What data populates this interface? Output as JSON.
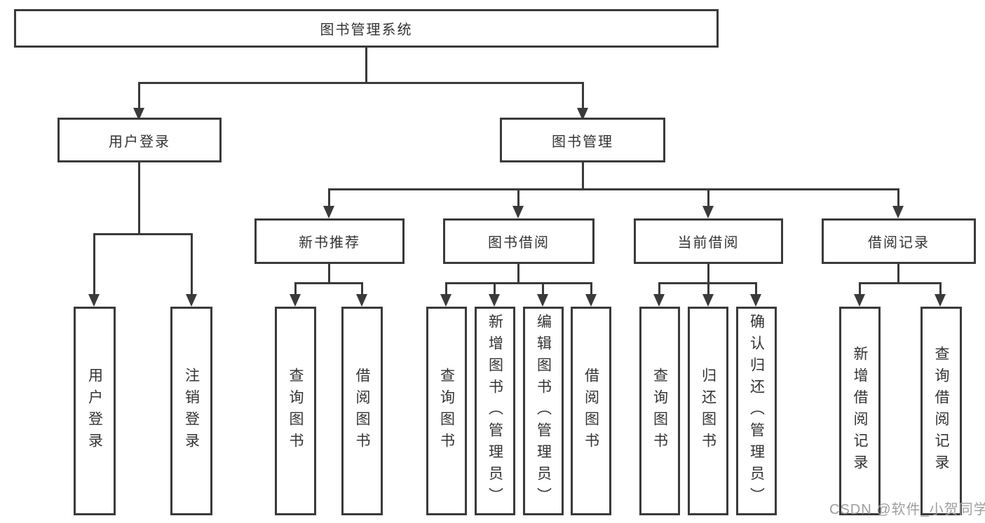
{
  "colors": {
    "line": "#3a3a3a",
    "text": "#333333",
    "watermark": "#9e9e9e",
    "background": "#ffffff"
  },
  "watermark": "CSDN @软件_小贺同学",
  "tree": {
    "root": {
      "label": "图书管理系统",
      "children": [
        {
          "label": "用户登录",
          "children": [
            {
              "label": "用户登录"
            },
            {
              "label": "注销登录"
            }
          ]
        },
        {
          "label": "图书管理",
          "children": [
            {
              "label": "新书推荐",
              "children": [
                {
                  "label": "查询图书"
                },
                {
                  "label": "借阅图书"
                }
              ]
            },
            {
              "label": "图书借阅",
              "children": [
                {
                  "label": "查询图书"
                },
                {
                  "label": "新增图书（管理员）"
                },
                {
                  "label": "编辑图书（管理员）"
                },
                {
                  "label": "借阅图书"
                }
              ]
            },
            {
              "label": "当前借阅",
              "children": [
                {
                  "label": "查询图书"
                },
                {
                  "label": "归还图书"
                },
                {
                  "label": "确认归还（管理员）"
                }
              ]
            },
            {
              "label": "借阅记录",
              "children": [
                {
                  "label": "新增借阅记录"
                },
                {
                  "label": "查询借阅记录"
                }
              ]
            }
          ]
        }
      ]
    }
  }
}
